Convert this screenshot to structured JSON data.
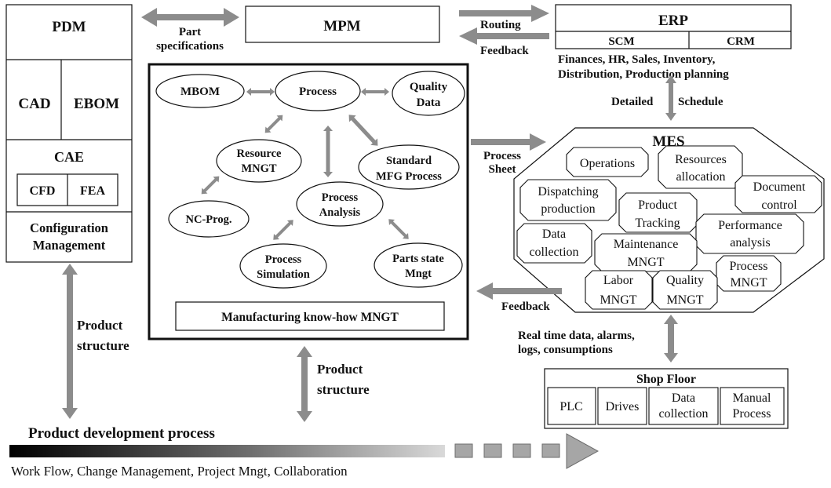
{
  "pdm": {
    "title": "PDM",
    "cad": "CAD",
    "ebom": "EBOM",
    "cae": "CAE",
    "cfd": "CFD",
    "fea": "FEA",
    "config_line1": "Configuration",
    "config_line2": "Management"
  },
  "mpm": {
    "title": "MPM",
    "nodes": {
      "mbom": "MBOM",
      "process": "Process",
      "quality_1": "Quality",
      "quality_2": "Data",
      "resource_1": "Resource",
      "resource_2": "MNGT",
      "standard_1": "Standard",
      "standard_2": "MFG Process",
      "analysis_1": "Process",
      "analysis_2": "Analysis",
      "ncprog": "NC-Prog.",
      "simulation_1": "Process",
      "simulation_2": "Simulation",
      "parts_1": "Parts state",
      "parts_2": "Mngt"
    },
    "knowhow": "Manufacturing know-how MNGT"
  },
  "erp": {
    "title": "ERP",
    "scm": "SCM",
    "crm": "CRM",
    "desc_line1": "Finances, HR, Sales, Inventory,",
    "desc_line2": "Distribution, Production planning"
  },
  "mes": {
    "title": "MES",
    "modules": {
      "operations": "Operations",
      "resources_1": "Resources",
      "resources_2": "allocation",
      "dispatching_1": "Dispatching",
      "dispatching_2": "production",
      "document_1": "Document",
      "document_2": "control",
      "tracking_1": "Product",
      "tracking_2": "Tracking",
      "performance_1": "Performance",
      "performance_2": "analysis",
      "datacoll_1": "Data",
      "datacoll_2": "collection",
      "maintenance_1": "Maintenance",
      "maintenance_2": "MNGT",
      "process_1": "Process",
      "process_2": "MNGT",
      "labor_1": "Labor",
      "labor_2": "MNGT",
      "quality_1": "Quality",
      "quality_2": "MNGT"
    }
  },
  "shopfloor": {
    "title": "Shop Floor",
    "plc": "PLC",
    "drives": "Drives",
    "data_1": "Data",
    "data_2": "collection",
    "manual_1": "Manual",
    "manual_2": "Process"
  },
  "links": {
    "part_spec_1": "Part",
    "part_spec_2": "specifications",
    "routing": "Routing",
    "feedback_erp": "Feedback",
    "detailed": "Detailed",
    "schedule": "Schedule",
    "process_sheet_1": "Process",
    "process_sheet_2": "Sheet",
    "feedback_mes": "Feedback",
    "realtime_1": "Real time data, alarms,",
    "realtime_2": "logs, consumptions",
    "product_structure_left_1": "Product",
    "product_structure_left_2": "structure",
    "product_structure_mid_1": "Product",
    "product_structure_mid_2": "structure"
  },
  "pdp": {
    "title": "Product development process",
    "subtitle": "Work Flow, Change Management, Project Mngt, Collaboration"
  },
  "colors": {
    "arrow_gray": "#8c8c8c",
    "line": "#111111"
  }
}
